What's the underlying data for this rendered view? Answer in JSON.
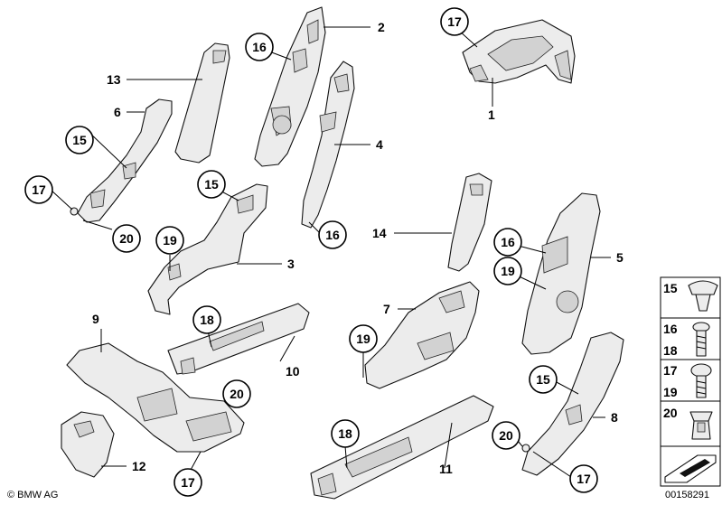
{
  "diagram": {
    "labels": {
      "p1": "1",
      "p2": "2",
      "p3": "3",
      "p4": "4",
      "p5": "5",
      "p6": "6",
      "p7": "7",
      "p8": "8",
      "p9": "9",
      "p10": "10",
      "p11": "11",
      "p12": "12",
      "p13": "13",
      "p14": "14",
      "c15a": "15",
      "c15b": "15",
      "c15c": "15",
      "c16a": "16",
      "c16b": "16",
      "c16c": "16",
      "c17a": "17",
      "c17b": "17",
      "c17c": "17",
      "c17d": "17",
      "c18a": "18",
      "c18b": "18",
      "c19a": "19",
      "c19b": "19",
      "c19c": "19",
      "c20a": "20",
      "c20b": "20",
      "c20c": "20"
    },
    "legend": {
      "row1": "15",
      "row2a": "16",
      "row2b": "18",
      "row3a": "17",
      "row3b": "19",
      "row4": "20"
    },
    "footer": {
      "brand": "© BMW AG",
      "code": "00158291"
    }
  }
}
